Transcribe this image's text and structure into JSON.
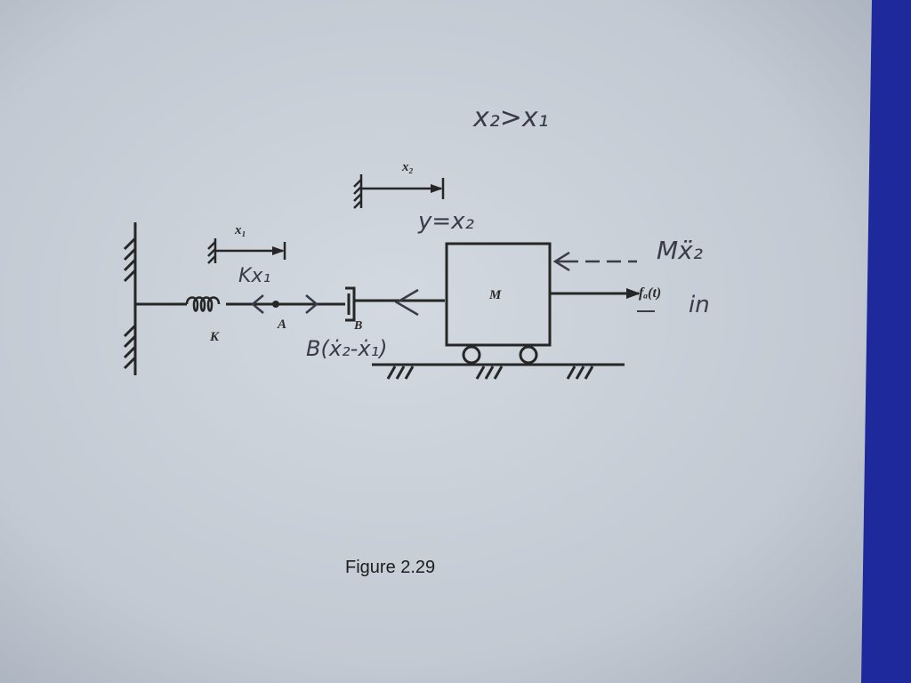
{
  "figure": {
    "caption": "Figure 2.29",
    "labels": {
      "x1": "x₁",
      "x2": "x₂",
      "spring": "K",
      "point_a": "A",
      "point_b": "B",
      "mass": "M",
      "force": "fₐ(t)"
    },
    "handwritten": {
      "relation": "x₂>x₁",
      "y_equals": "y=x₂",
      "inertia": "Mẍ₂",
      "spring_force": "Kx₁",
      "damper_force": "B(ẋ₂-ẋ₁)",
      "input": "in"
    }
  },
  "colors": {
    "paper": "#c9d0d8",
    "paper_shadow": "#aeb6c2",
    "background": "#1e2a9c",
    "ink": "#262626",
    "pencil": "#3a3a48"
  }
}
